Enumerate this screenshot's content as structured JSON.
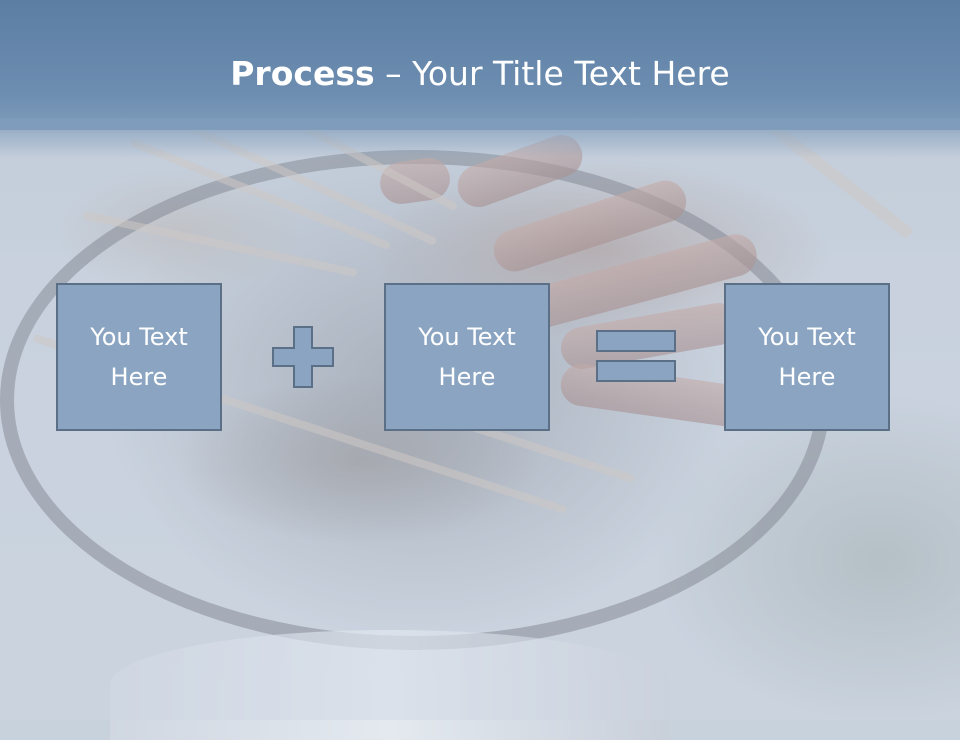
{
  "slide": {
    "title_bold": "Process",
    "title_rest": " – Your Title Text Here",
    "boxes": [
      {
        "text": "You Text Here"
      },
      {
        "text": "You Text Here"
      },
      {
        "text": "You Text Here"
      }
    ]
  },
  "colors": {
    "header": "#6c8db0",
    "box_fill": "#8aa4c2",
    "box_border": "#5b6f86",
    "title_text": "#ffffff"
  },
  "icons": {
    "operator_1": "plus-icon",
    "operator_2": "equals-icon"
  }
}
